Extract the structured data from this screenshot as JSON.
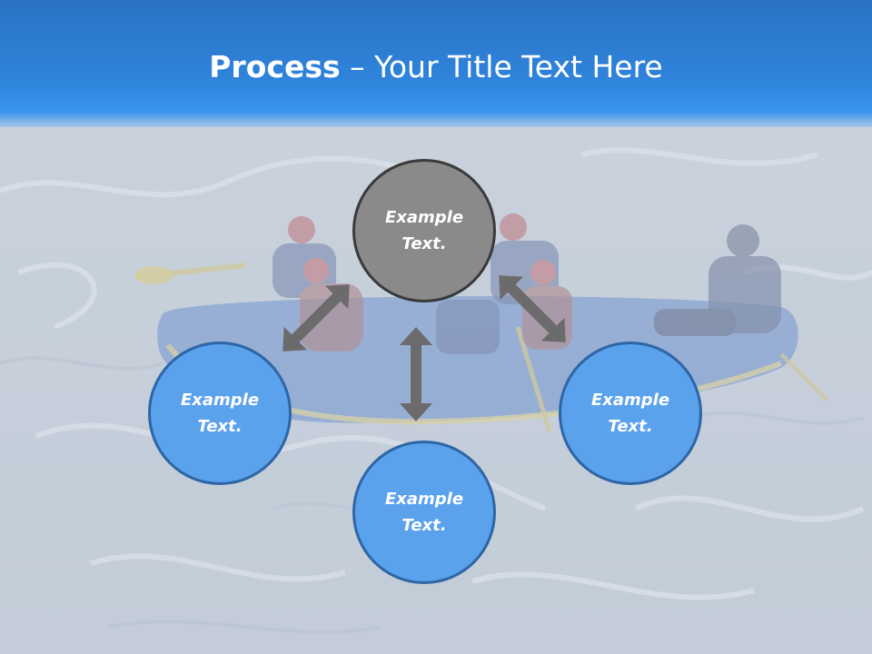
{
  "slide": {
    "title_bold": "Process",
    "title_rest": " – Your Title Text Here"
  },
  "nodes": {
    "center": "Example Text.",
    "left": "Example Text.",
    "bottom": "Example Text.",
    "right": "Example Text."
  },
  "colors": {
    "header_blue": "#2f84dc",
    "center_fill": "#8a8a8a",
    "node_fill": "#5aa2ec",
    "node_border": "#2e66a5",
    "arrow": "#6b6b6b"
  }
}
